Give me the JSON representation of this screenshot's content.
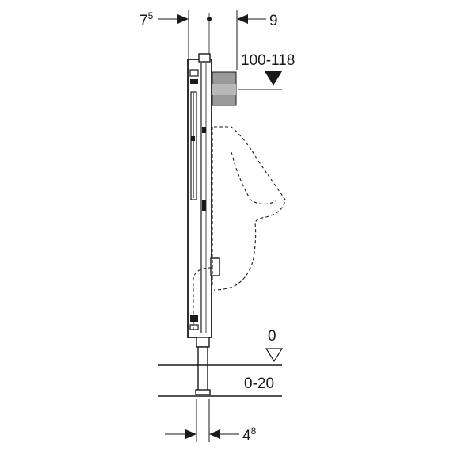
{
  "dimensions": {
    "top_left": {
      "base": "7",
      "sup": "5"
    },
    "top_right": "9",
    "water_inlet": "100-118",
    "floor_level": "0",
    "floor_range": "0-20",
    "bottom": {
      "base": "4",
      "sup": "8"
    }
  },
  "colors": {
    "line": "#1a1a1a",
    "inlet_block": "#9a9a9a"
  }
}
